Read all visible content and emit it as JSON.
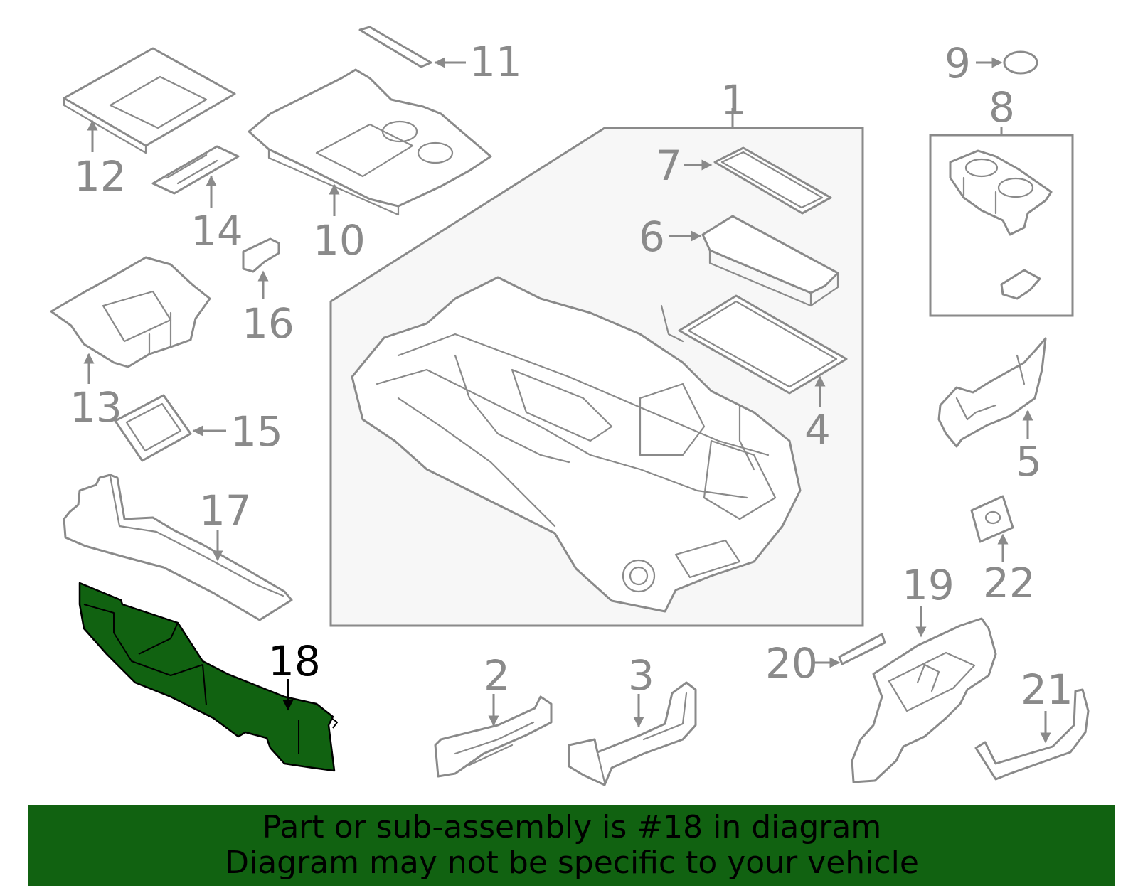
{
  "colors": {
    "highlight": "#116211",
    "banner_bg": "#116211",
    "part_outline": "#8a8a8a",
    "group_box_fill": "#f7f7f7",
    "text_highlight": "#000000"
  },
  "callouts": [
    {
      "id": "1",
      "label": "1"
    },
    {
      "id": "2",
      "label": "2"
    },
    {
      "id": "3",
      "label": "3"
    },
    {
      "id": "4",
      "label": "4"
    },
    {
      "id": "5",
      "label": "5"
    },
    {
      "id": "6",
      "label": "6"
    },
    {
      "id": "7",
      "label": "7"
    },
    {
      "id": "8",
      "label": "8"
    },
    {
      "id": "9",
      "label": "9"
    },
    {
      "id": "10",
      "label": "10"
    },
    {
      "id": "11",
      "label": "11"
    },
    {
      "id": "12",
      "label": "12"
    },
    {
      "id": "13",
      "label": "13"
    },
    {
      "id": "14",
      "label": "14"
    },
    {
      "id": "15",
      "label": "15"
    },
    {
      "id": "16",
      "label": "16"
    },
    {
      "id": "17",
      "label": "17"
    },
    {
      "id": "18",
      "label": "18",
      "highlighted": true
    },
    {
      "id": "19",
      "label": "19"
    },
    {
      "id": "20",
      "label": "20"
    },
    {
      "id": "21",
      "label": "21"
    },
    {
      "id": "22",
      "label": "22"
    }
  ],
  "banner": {
    "line1": "Part or sub-assembly is #18 in diagram",
    "line2": "Diagram may not be specific to your vehicle"
  }
}
